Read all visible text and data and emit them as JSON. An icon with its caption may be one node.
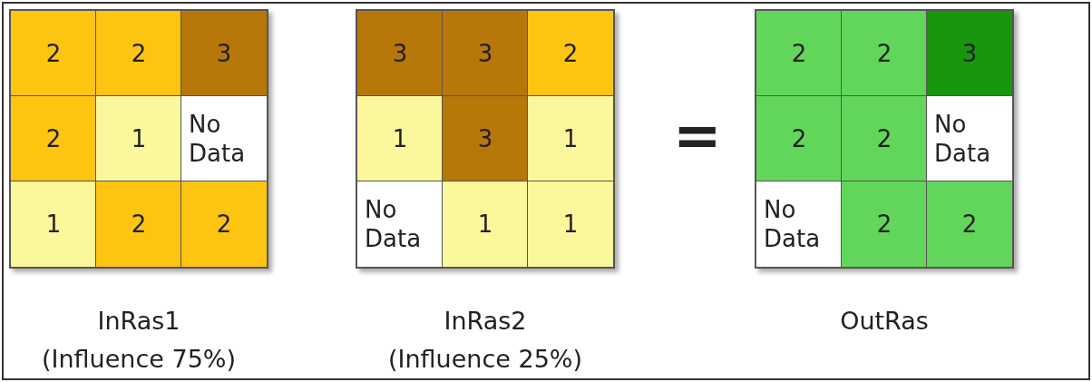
{
  "diagram": {
    "labels": [
      "2",
      "2",
      "3",
      "2",
      "1",
      "No Data",
      "1",
      "2",
      "2",
      "InRas1",
      "(Influence 75%)",
      "3",
      "3",
      "2",
      "1",
      "3",
      "1",
      "No Data",
      "1",
      "1",
      "InRas2",
      "(Influence 25%)",
      "=",
      "2",
      "2",
      "3",
      "2",
      "2",
      "No Data",
      "No Data",
      "2",
      "2",
      "OutRas"
    ]
  }
}
